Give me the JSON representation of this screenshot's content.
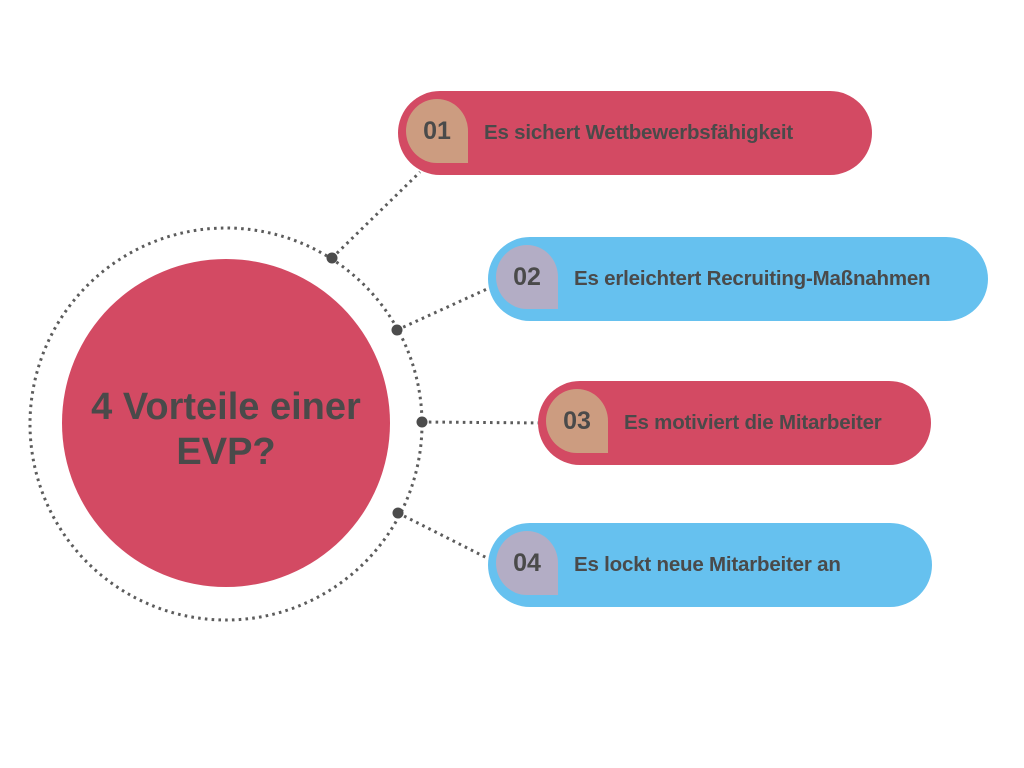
{
  "page": {
    "background": "#ffffff"
  },
  "center": {
    "title": "4 Vorteile einer EVP?",
    "circle_color": "#d34a63"
  },
  "items": [
    {
      "number": "01",
      "label": "Es sichert Wettbewerbsfähigkeit",
      "pill_color": "#d34a63",
      "badge_color": "#cc9c80"
    },
    {
      "number": "02",
      "label": "Es erleichtert Recruiting-Maßnahmen",
      "pill_color": "#66c1ef",
      "badge_color": "#b3adc5"
    },
    {
      "number": "03",
      "label": "Es motiviert die Mitarbeiter",
      "pill_color": "#d34a63",
      "badge_color": "#cc9c80"
    },
    {
      "number": "04",
      "label": "Es lockt neue Mitarbeiter an",
      "pill_color": "#66c1ef",
      "badge_color": "#b3adc5"
    }
  ],
  "connectors": {
    "dot_color": "#5c5c5c",
    "node_color": "#4c4c4c"
  }
}
